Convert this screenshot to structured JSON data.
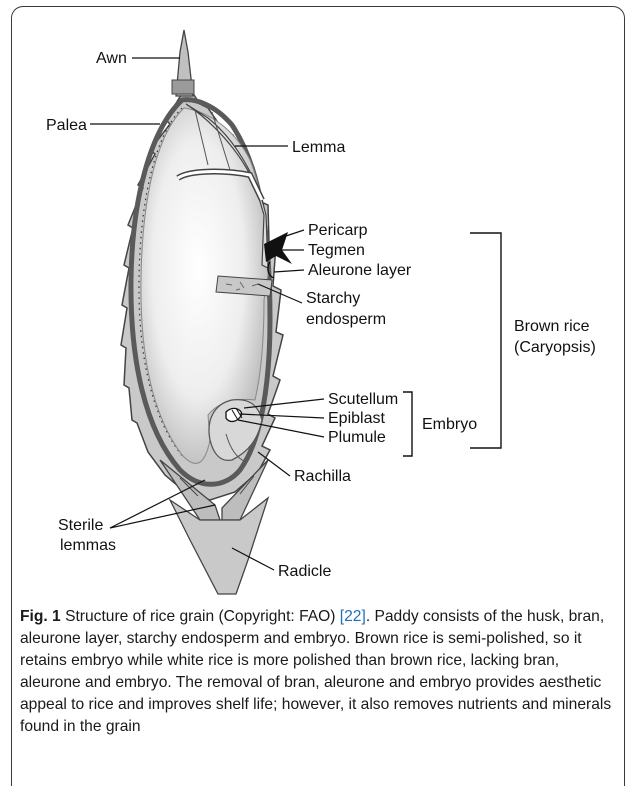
{
  "labels": {
    "awn": "Awn",
    "palea": "Palea",
    "lemma": "Lemma",
    "pericarp": "Pericarp",
    "tegmen": "Tegmen",
    "aleurone": "Aleurone layer",
    "starchy_1": "Starchy",
    "starchy_2": "endosperm",
    "brown_1": "Brown rice",
    "brown_2": "(Caryopsis)",
    "scutellum": "Scutellum",
    "epiblast": "Epiblast",
    "plumule": "Plumule",
    "embryo": "Embryo",
    "rachilla": "Rachilla",
    "sterile_1": "Sterile",
    "sterile_2": "lemmas",
    "radicle": "Radicle"
  },
  "caption": {
    "fig": "Fig. 1",
    "part1": " Structure of rice grain (Copyright: FAO) ",
    "ref": "[22]",
    "part2": ". Paddy consists of the husk, bran, aleurone layer, starchy endosperm and embryo. Brown rice is semi-polished, so it retains embryo while white rice is more polished than brown rice, lacking bran, aleurone and embryo. The removal of bran, aleurone and embryo provides aesthetic appeal to rice and improves shelf life; however, it also removes nutrients and minerals found in the grain"
  }
}
